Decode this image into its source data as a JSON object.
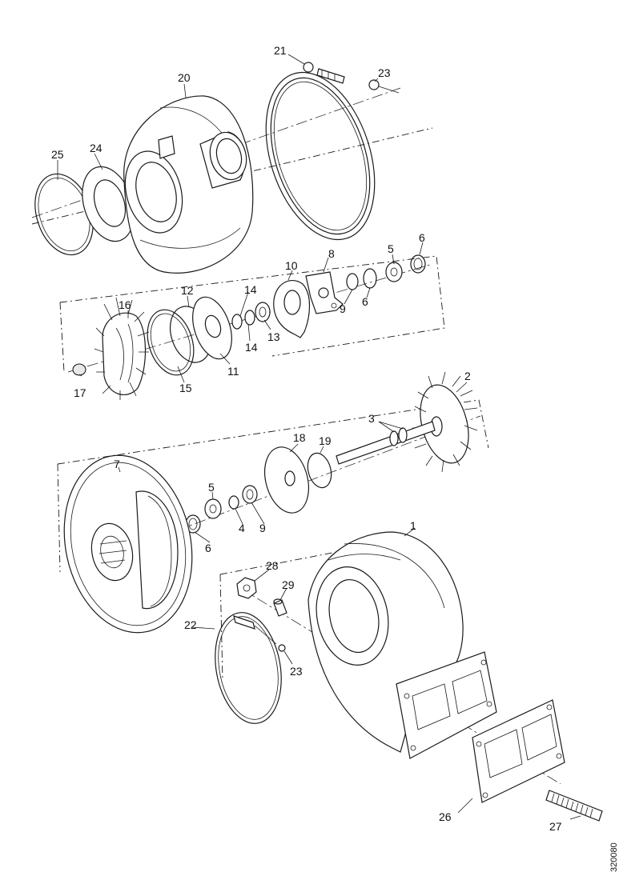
{
  "diagram": {
    "callouts": [
      {
        "id": "p1",
        "text": "1"
      },
      {
        "id": "p2",
        "text": "2"
      },
      {
        "id": "p3",
        "text": "3"
      },
      {
        "id": "p4",
        "text": "4"
      },
      {
        "id": "p5a",
        "text": "5"
      },
      {
        "id": "p5b",
        "text": "5"
      },
      {
        "id": "p6a",
        "text": "6"
      },
      {
        "id": "p6b",
        "text": "6"
      },
      {
        "id": "p6c",
        "text": "6"
      },
      {
        "id": "p7",
        "text": "7"
      },
      {
        "id": "p8",
        "text": "8"
      },
      {
        "id": "p9a",
        "text": "9"
      },
      {
        "id": "p9b",
        "text": "9"
      },
      {
        "id": "p10",
        "text": "10"
      },
      {
        "id": "p11",
        "text": "11"
      },
      {
        "id": "p12",
        "text": "12"
      },
      {
        "id": "p13",
        "text": "13"
      },
      {
        "id": "p14a",
        "text": "14"
      },
      {
        "id": "p14b",
        "text": "14"
      },
      {
        "id": "p15",
        "text": "15"
      },
      {
        "id": "p16",
        "text": "16"
      },
      {
        "id": "p17",
        "text": "17"
      },
      {
        "id": "p18",
        "text": "18"
      },
      {
        "id": "p19",
        "text": "19"
      },
      {
        "id": "p20",
        "text": "20"
      },
      {
        "id": "p21",
        "text": "21"
      },
      {
        "id": "p22",
        "text": "22"
      },
      {
        "id": "p23a",
        "text": "23"
      },
      {
        "id": "p23b",
        "text": "23"
      },
      {
        "id": "p24",
        "text": "24"
      },
      {
        "id": "p25",
        "text": "25"
      },
      {
        "id": "p26",
        "text": "26"
      },
      {
        "id": "p27",
        "text": "27"
      },
      {
        "id": "p28",
        "text": "28"
      },
      {
        "id": "p29",
        "text": "29"
      }
    ],
    "reference_number": "320080"
  }
}
